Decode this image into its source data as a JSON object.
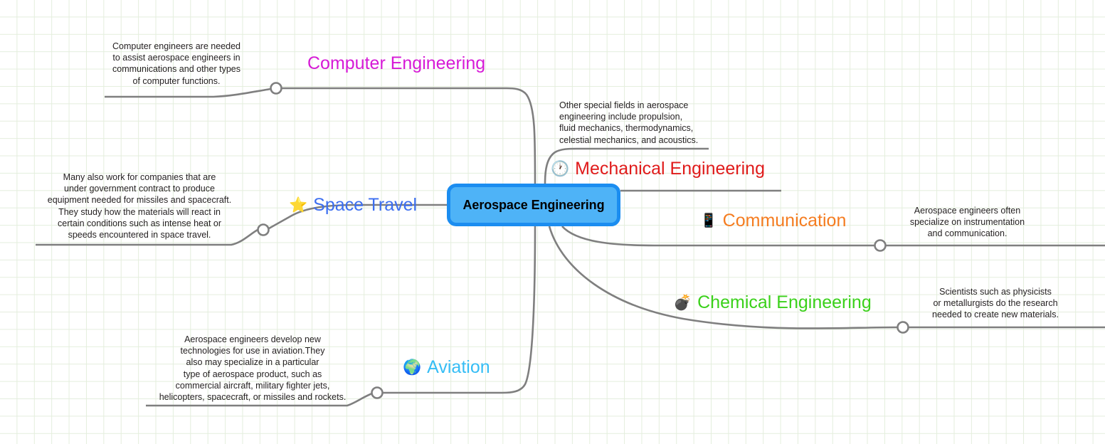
{
  "diagram": {
    "title": "Aerospace Engineering mind map",
    "background_grid_color": "#e4eedd",
    "connector_color": "#7f7f7f"
  },
  "central": {
    "label": "Aerospace Engineering",
    "fill": "#4eb3f7",
    "border": "#1b8df0",
    "text_color": "#000000"
  },
  "branches": [
    {
      "id": "computer-engineering",
      "label": "Computer Engineering",
      "icon": "apple-logo-icon",
      "icon_glyph": "",
      "color": "#d61ad6"
    },
    {
      "id": "mechanical-engineering",
      "label": "Mechanical Engineering",
      "icon": "clock-icon",
      "icon_glyph": "🕐",
      "color": "#e01b1b"
    },
    {
      "id": "space-travel",
      "label": "Space Travel",
      "icon": "star-icon",
      "icon_glyph": "⭐",
      "color": "#3b6ef0"
    },
    {
      "id": "communication",
      "label": "Communication",
      "icon": "mobile-phone-icon",
      "icon_glyph": "📱",
      "color": "#f57c20"
    },
    {
      "id": "chemical-engineering",
      "label": "Chemical Engineering",
      "icon": "bomb-icon",
      "icon_glyph": "💣",
      "color": "#3ad11a"
    },
    {
      "id": "aviation",
      "label": "Aviation",
      "icon": "globe-icon",
      "icon_glyph": "🌍",
      "color": "#35bdf5"
    }
  ],
  "notes": {
    "computer_engineering": "Computer engineers are needed\n to assist aerospace engineers in\n communications and other types\nof computer functions.",
    "mechanical_engineering": "Other special fields in aerospace\nengineering include propulsion,\nfluid mechanics, thermodynamics,\ncelestial mechanics, and acoustics.",
    "space_travel": "Many also work for companies that are\n under government contract to produce\n equipment needed for missiles and spacecraft.\n They study how the materials will react in\ncertain conditions such as intense heat or\nspeeds encountered in space travel.",
    "communication": "Aerospace engineers often\nspecialize on instrumentation\n and communication.",
    "chemical_engineering": "Scientists such as physicists\n or metallurgists do the research\n needed to create new materials.",
    "aviation": "Aerospace engineers develop new\ntechnologies for use in aviation.They\n also may specialize in a particular\ntype of aerospace product, such as\ncommercial aircraft, military fighter jets,\n helicopters, spacecraft, or missiles and rockets."
  }
}
